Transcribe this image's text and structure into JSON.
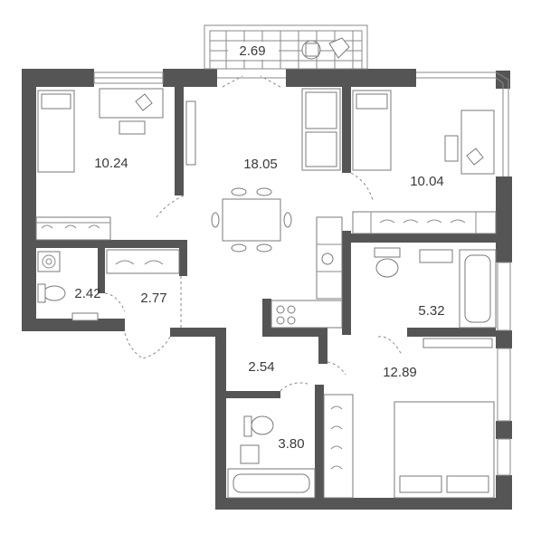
{
  "rooms": [
    {
      "id": "balcony",
      "area": "2.69"
    },
    {
      "id": "bedroom-nw",
      "area": "10.24"
    },
    {
      "id": "living-kitchen",
      "area": "18.05"
    },
    {
      "id": "bedroom-ne",
      "area": "10.04"
    },
    {
      "id": "wc",
      "area": "2.42"
    },
    {
      "id": "hall-west",
      "area": "2.77"
    },
    {
      "id": "bathroom-east",
      "area": "5.32"
    },
    {
      "id": "corridor",
      "area": "2.54"
    },
    {
      "id": "bedroom-se",
      "area": "12.89"
    },
    {
      "id": "bathroom-south",
      "area": "3.80"
    }
  ],
  "colors": {
    "wall": "#555555",
    "line": "#8a8a8a",
    "text": "#3a3a3a",
    "background": "#ffffff"
  }
}
